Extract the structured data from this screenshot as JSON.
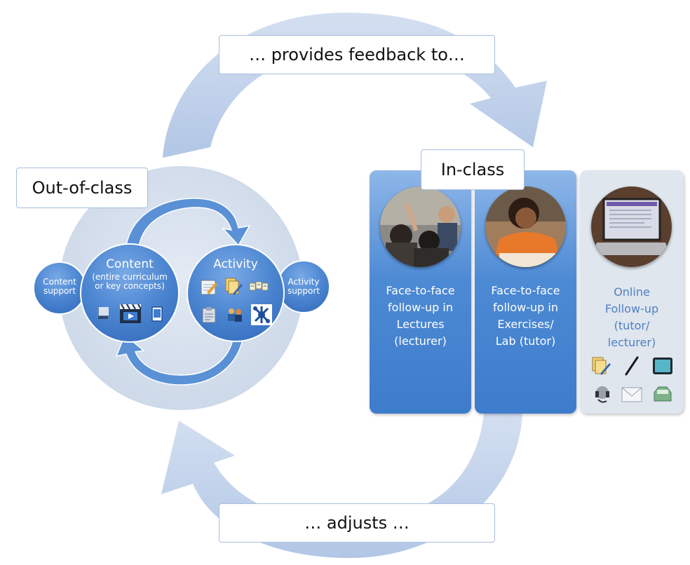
{
  "top_arrow": {
    "label": "… provides feedback to…"
  },
  "bottom_arrow": {
    "label": "… adjusts …"
  },
  "out_of_class": {
    "title": "Out-of-class",
    "content_support": {
      "line1": "Content",
      "line2": "support"
    },
    "content": {
      "title": "Content",
      "line1": "(entire curriculum",
      "line2": "or key concepts)"
    },
    "activity": {
      "title": "Activity"
    },
    "activity_support": {
      "line1": "Activity",
      "line2": "support"
    },
    "content_icons": [
      "book-icon",
      "video-clapper-icon",
      "document-icon"
    ],
    "activity_icons": [
      "edit-sheet-icon",
      "documents-pen-icon",
      "tiles-icon",
      "clipboard-icon",
      "people-icon",
      "network-icon"
    ]
  },
  "in_class": {
    "title": "In-class",
    "panels": [
      {
        "lines": [
          "Face-to-face",
          "follow-up in",
          "Lectures",
          "(lecturer)"
        ],
        "photo": "lecture-photo"
      },
      {
        "lines": [
          "Face-to-face",
          "follow-up in",
          "Exercises/",
          "Lab (tutor)"
        ],
        "photo": "student-photo"
      }
    ]
  },
  "online": {
    "lines": [
      "Online",
      "Follow-up",
      "(tutor/",
      "lecturer)"
    ],
    "photo": "laptop-photo",
    "icons": [
      "documents-pen-icon",
      "pen-icon",
      "tablet-icon",
      "headset-icon",
      "mail-icon",
      "inbox-icon"
    ]
  },
  "colors": {
    "arrow": "#b7cbe9",
    "circle_bg": "#d6e0ee",
    "circle_blue": "#4f8ad3",
    "panel_blue": "#4d8ad4",
    "panel_grey": "#dfe6ee",
    "online_text": "#4f7fc0"
  }
}
